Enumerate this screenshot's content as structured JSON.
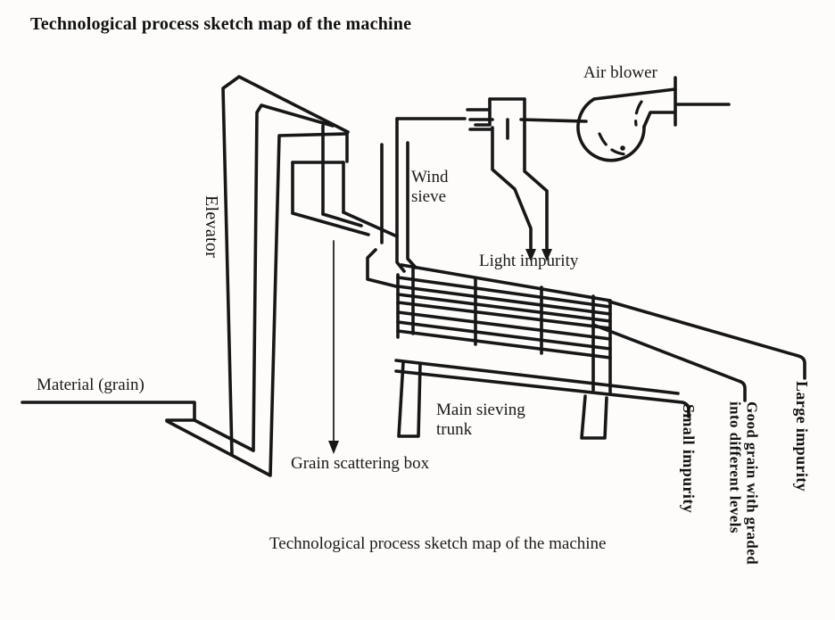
{
  "title": "Technological process sketch map of the machine",
  "caption": "Technological process sketch map of the machine",
  "diagram": {
    "labels": {
      "air_blower": "Air blower",
      "wind_sieve": "Wind\nsieve",
      "elevator": "Elevator",
      "light_impurity": "Light impurity",
      "material": "Material (grain)",
      "main_sieving_trunk": "Main sieving\ntrunk",
      "grain_scattering_box": "Grain scattering box",
      "small_impurity": "Small impurity",
      "good_grain": "Good grain with graded\ninto different levels",
      "large_impurity": "Large impurity"
    },
    "colors": {
      "line": "#171717",
      "background": "#fdfcfb",
      "text": "#1a1a1a"
    }
  }
}
